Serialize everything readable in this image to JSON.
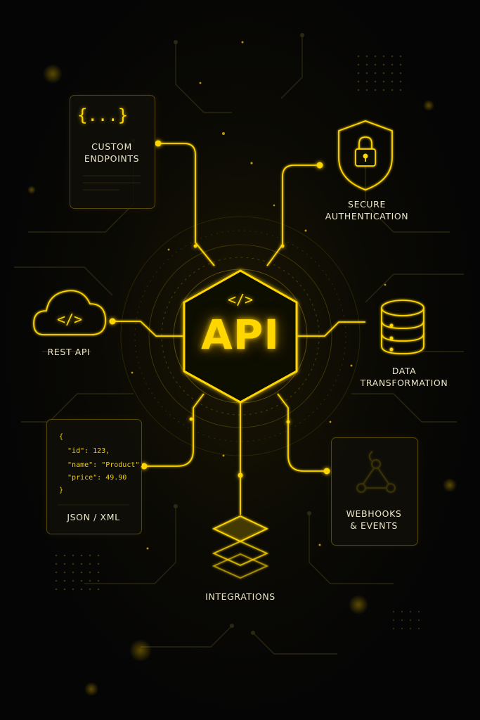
{
  "colors": {
    "accent": "#FFD600",
    "background": "#050505",
    "text": "#ECE6C8"
  },
  "hub": {
    "label": "API",
    "code_glyph": "</>"
  },
  "nodes": {
    "custom_endpoints": {
      "label": "CUSTOM\nENDPOINTS",
      "icon": "braces-icon",
      "glyph": "{...}"
    },
    "secure_auth": {
      "label": "SECURE\nAUTHENTICATION",
      "icon": "shield-lock-icon"
    },
    "rest_api": {
      "label": "REST API",
      "icon": "cloud-code-icon",
      "glyph": "</>"
    },
    "data_transformation": {
      "label": "DATA\nTRANSFORMATION",
      "icon": "database-icon"
    },
    "json_xml": {
      "label": "JSON / XML",
      "icon": "code-document-icon",
      "code_lines": [
        "{",
        "  \"id\": 123,",
        "  \"name\": \"Product\",",
        "  \"price\": 49.90",
        "}"
      ]
    },
    "webhooks": {
      "label": "WEBHOOKS\n& EVENTS",
      "icon": "webhook-icon"
    },
    "integrations": {
      "label": "INTEGRATIONS",
      "icon": "layers-icon"
    }
  }
}
